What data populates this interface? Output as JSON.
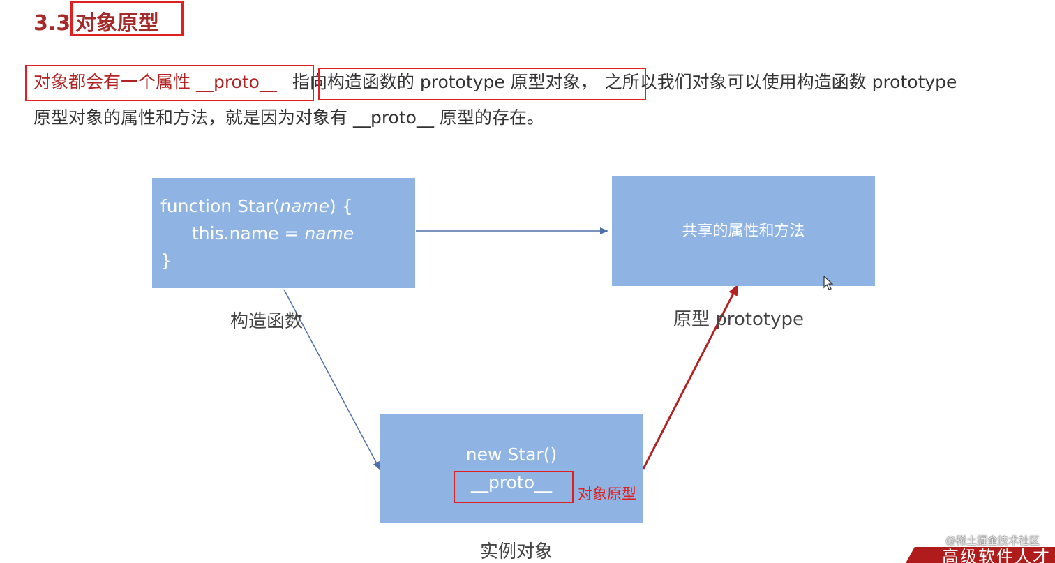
{
  "title": {
    "number": "3.3",
    "main": "对象原型"
  },
  "paragraph": {
    "line1": {
      "part1": "对象都会有一个属性 __proto__",
      "part2": "指向构造函数的 prototype 原型对象，",
      "part3": "之所以我们对象可以使用构造函数 prototype"
    },
    "line2": "原型对象的属性和方法，就是因为对象有 __proto__ 原型的存在。"
  },
  "diagram": {
    "constructor_box": {
      "line1_prefix": "function Star(",
      "line1_param": "name",
      "line1_suffix": ") {",
      "line2_prefix": "this.name = ",
      "line2_param": "name",
      "line3": "}"
    },
    "constructor_caption": "构造函数",
    "prototype_box_text": "共享的属性和方法",
    "prototype_caption": "原型 prototype",
    "instance_box": {
      "line1": "new Star()",
      "line2": "__proto__"
    },
    "instance_caption": "实例对象",
    "proto_label": "对象原型",
    "colors": {
      "box_fill": "#8fb4e3",
      "blue_arrow": "#4f6fa8",
      "red_arrow": "#b22222",
      "highlight": "#e02020"
    }
  },
  "watermark": "@稀土掘金技术社区",
  "banner": "高级软件人才"
}
